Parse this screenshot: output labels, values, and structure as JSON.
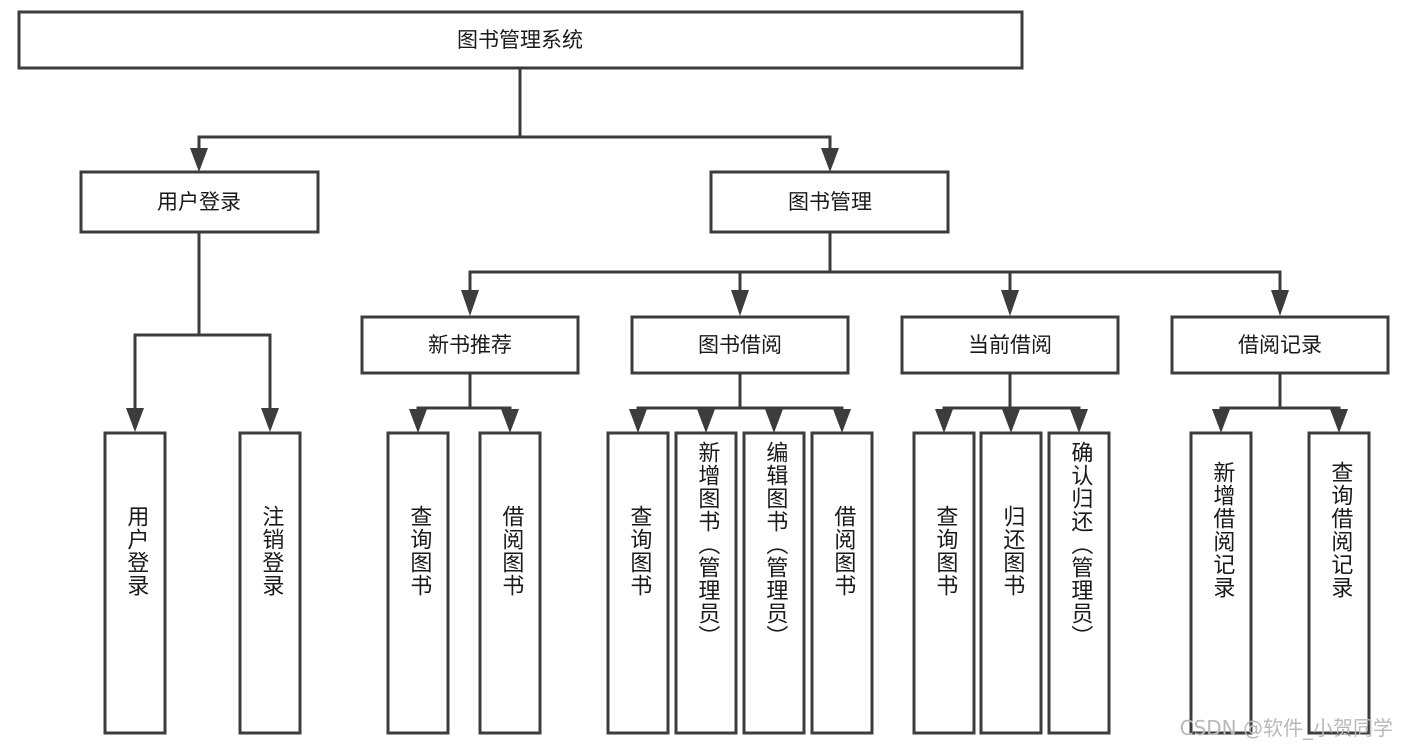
{
  "diagram": {
    "type": "hierarchy-tree",
    "title": "图书管理系统",
    "watermark": "CSDN @软件_小贺同学",
    "colors": {
      "stroke": "#3c3c3c",
      "fill": "#ffffff",
      "text": "#1a1a1a",
      "watermark": "#b9b9b9",
      "background": "#ffffff"
    },
    "root": {
      "label": "图书管理系统",
      "orientation": "horizontal"
    },
    "level2": [
      {
        "label": "用户登录",
        "orientation": "horizontal"
      },
      {
        "label": "图书管理",
        "orientation": "horizontal"
      }
    ],
    "level3": [
      {
        "label": "新书推荐",
        "orientation": "horizontal",
        "parent": "图书管理"
      },
      {
        "label": "图书借阅",
        "orientation": "horizontal",
        "parent": "图书管理"
      },
      {
        "label": "当前借阅",
        "orientation": "horizontal",
        "parent": "图书管理"
      },
      {
        "label": "借阅记录",
        "orientation": "horizontal",
        "parent": "图书管理"
      }
    ],
    "leaves": {
      "user_login": [
        {
          "label": "用户登录",
          "orientation": "vertical"
        },
        {
          "label": "注销登录",
          "orientation": "vertical"
        }
      ],
      "new_book_recommend": [
        {
          "label": "查询图书",
          "orientation": "vertical"
        },
        {
          "label": "借阅图书",
          "orientation": "vertical"
        }
      ],
      "book_borrow": [
        {
          "label": "查询图书",
          "orientation": "vertical"
        },
        {
          "label": "新增图书（管理员）",
          "orientation": "vertical"
        },
        {
          "label": "编辑图书（管理员）",
          "orientation": "vertical"
        },
        {
          "label": "借阅图书",
          "orientation": "vertical"
        }
      ],
      "current_borrow": [
        {
          "label": "查询图书",
          "orientation": "vertical"
        },
        {
          "label": "归还图书",
          "orientation": "vertical"
        },
        {
          "label": "确认归还（管理员）",
          "orientation": "vertical"
        }
      ],
      "borrow_records": [
        {
          "label": "新增借阅记录",
          "orientation": "vertical"
        },
        {
          "label": "查询借阅记录",
          "orientation": "vertical"
        }
      ]
    }
  }
}
